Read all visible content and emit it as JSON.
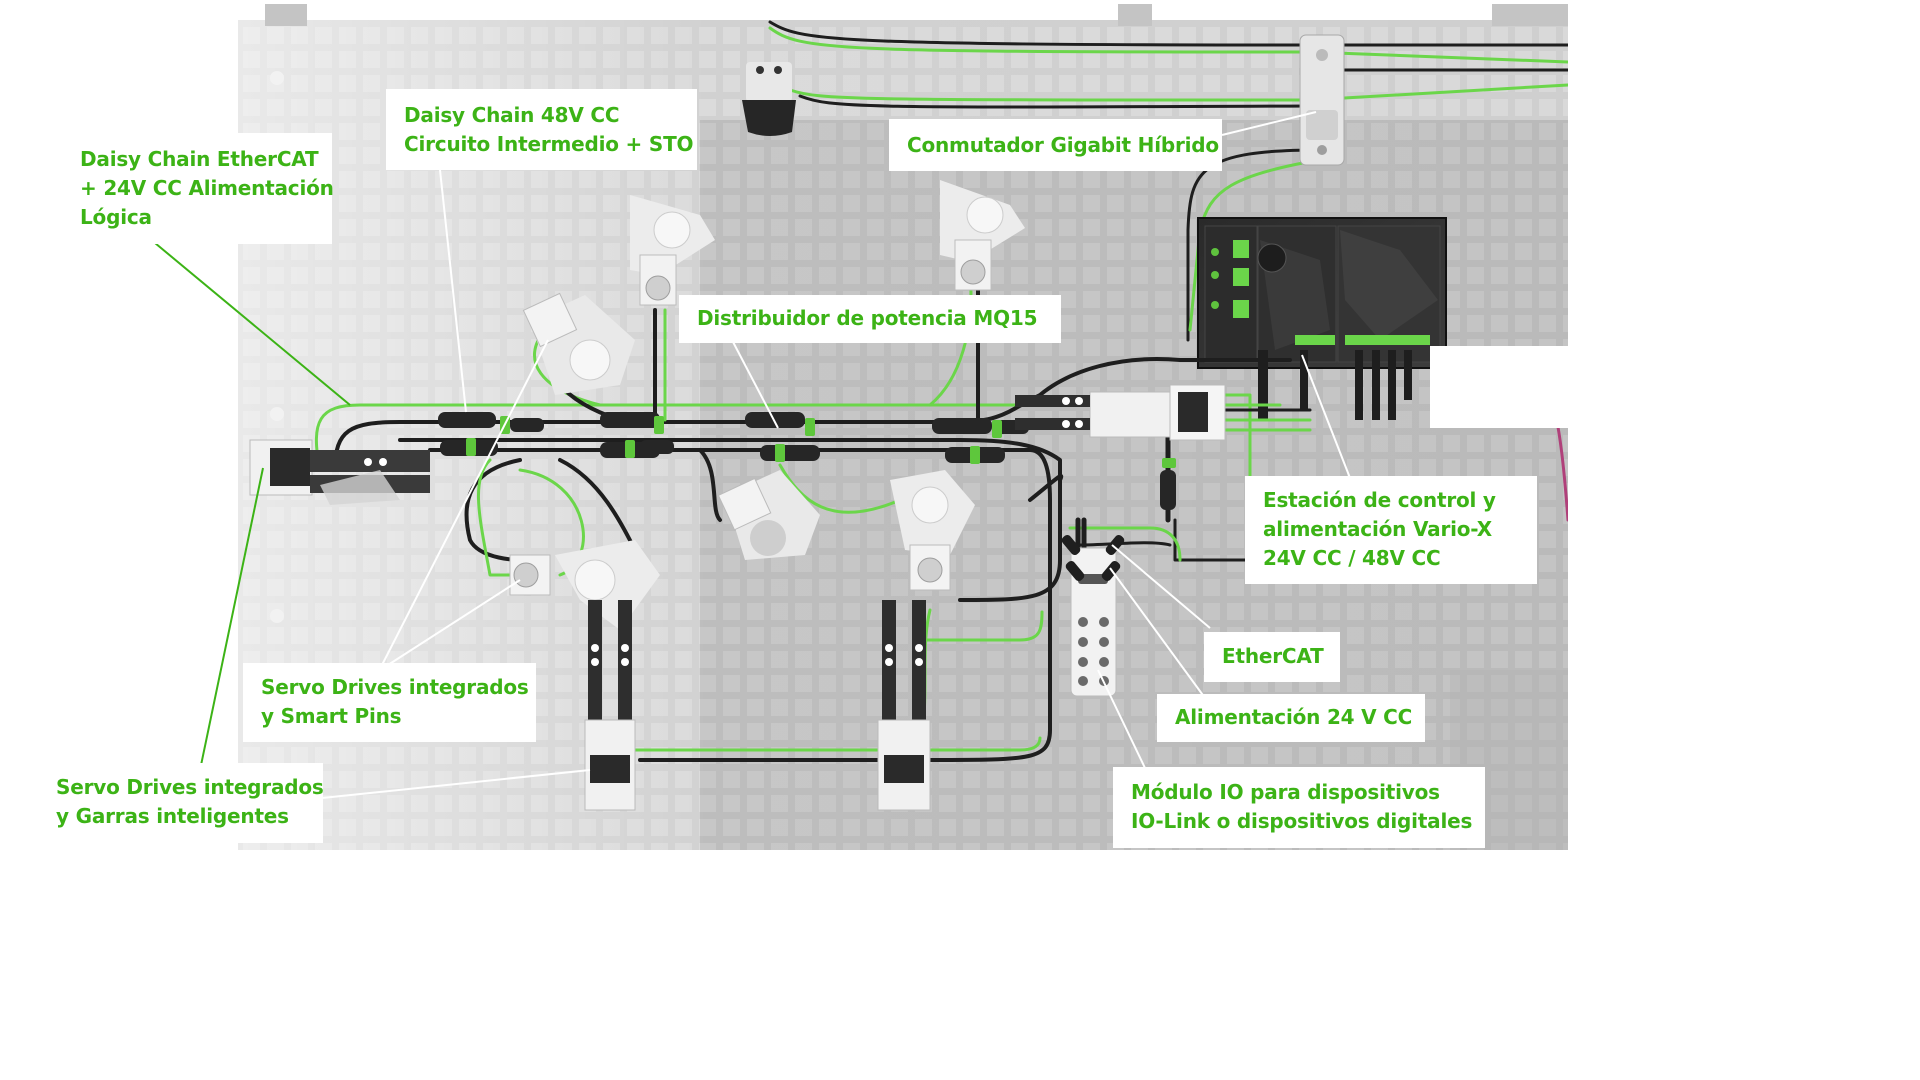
{
  "diagram": {
    "title": "Automation board with Vario-X control station, integrated servo drives and daisy-chained cabling",
    "colors": {
      "accent_green": "#3cb316",
      "cable_green": "#6bd64a",
      "cable_black": "#1e1e1e",
      "board_gray": "#c9c9c9",
      "callout_bg": "#ffffff",
      "leader_white": "#ffffff",
      "leader_green": "#3cb316",
      "cable_magenta": "#b0407a"
    },
    "callouts": [
      {
        "id": "daisy-ethercat",
        "lines": [
          "Daisy Chain EtherCAT",
          "+ 24V CC Alimentación",
          "Lógica"
        ],
        "leader": "green"
      },
      {
        "id": "daisy-48v",
        "lines": [
          "Daisy Chain 48V CC",
          "Circuito Intermedio + STO"
        ],
        "leader": "white"
      },
      {
        "id": "gigabit-switch",
        "lines": [
          "Conmutador Gigabit Híbrido"
        ],
        "leader": "white"
      },
      {
        "id": "power-distributor",
        "lines": [
          "Distribuidor de potencia MQ15"
        ],
        "leader": "white"
      },
      {
        "id": "vario-x",
        "lines": [
          "Estación de control y",
          "alimentación Vario-X",
          "24V CC / 48V CC"
        ],
        "leader": "white"
      },
      {
        "id": "ethercat",
        "lines": [
          "EtherCAT"
        ],
        "leader": "white"
      },
      {
        "id": "power-24v",
        "lines": [
          "Alimentación 24 V CC"
        ],
        "leader": "white"
      },
      {
        "id": "io-module",
        "lines": [
          "Módulo IO para dispositivos",
          "IO-Link o dispositivos digitales"
        ],
        "leader": "white"
      },
      {
        "id": "servo-smart-pins",
        "lines": [
          "Servo Drives integrados",
          "y Smart Pins"
        ],
        "leader": "white"
      },
      {
        "id": "servo-grippers",
        "lines": [
          "Servo Drives integrados",
          "y Garras inteligentes"
        ],
        "leader": "green"
      }
    ],
    "components": [
      {
        "name": "vario-x-control-station",
        "type": "control-cabinet"
      },
      {
        "name": "hybrid-gigabit-switch",
        "type": "switch"
      },
      {
        "name": "mq15-power-distributor",
        "type": "distributor"
      },
      {
        "name": "io-link-module",
        "type": "io-module",
        "ports": 8
      },
      {
        "name": "servo-axis",
        "type": "servo",
        "count": 6
      },
      {
        "name": "smart-gripper",
        "type": "gripper",
        "count": 3
      }
    ]
  }
}
